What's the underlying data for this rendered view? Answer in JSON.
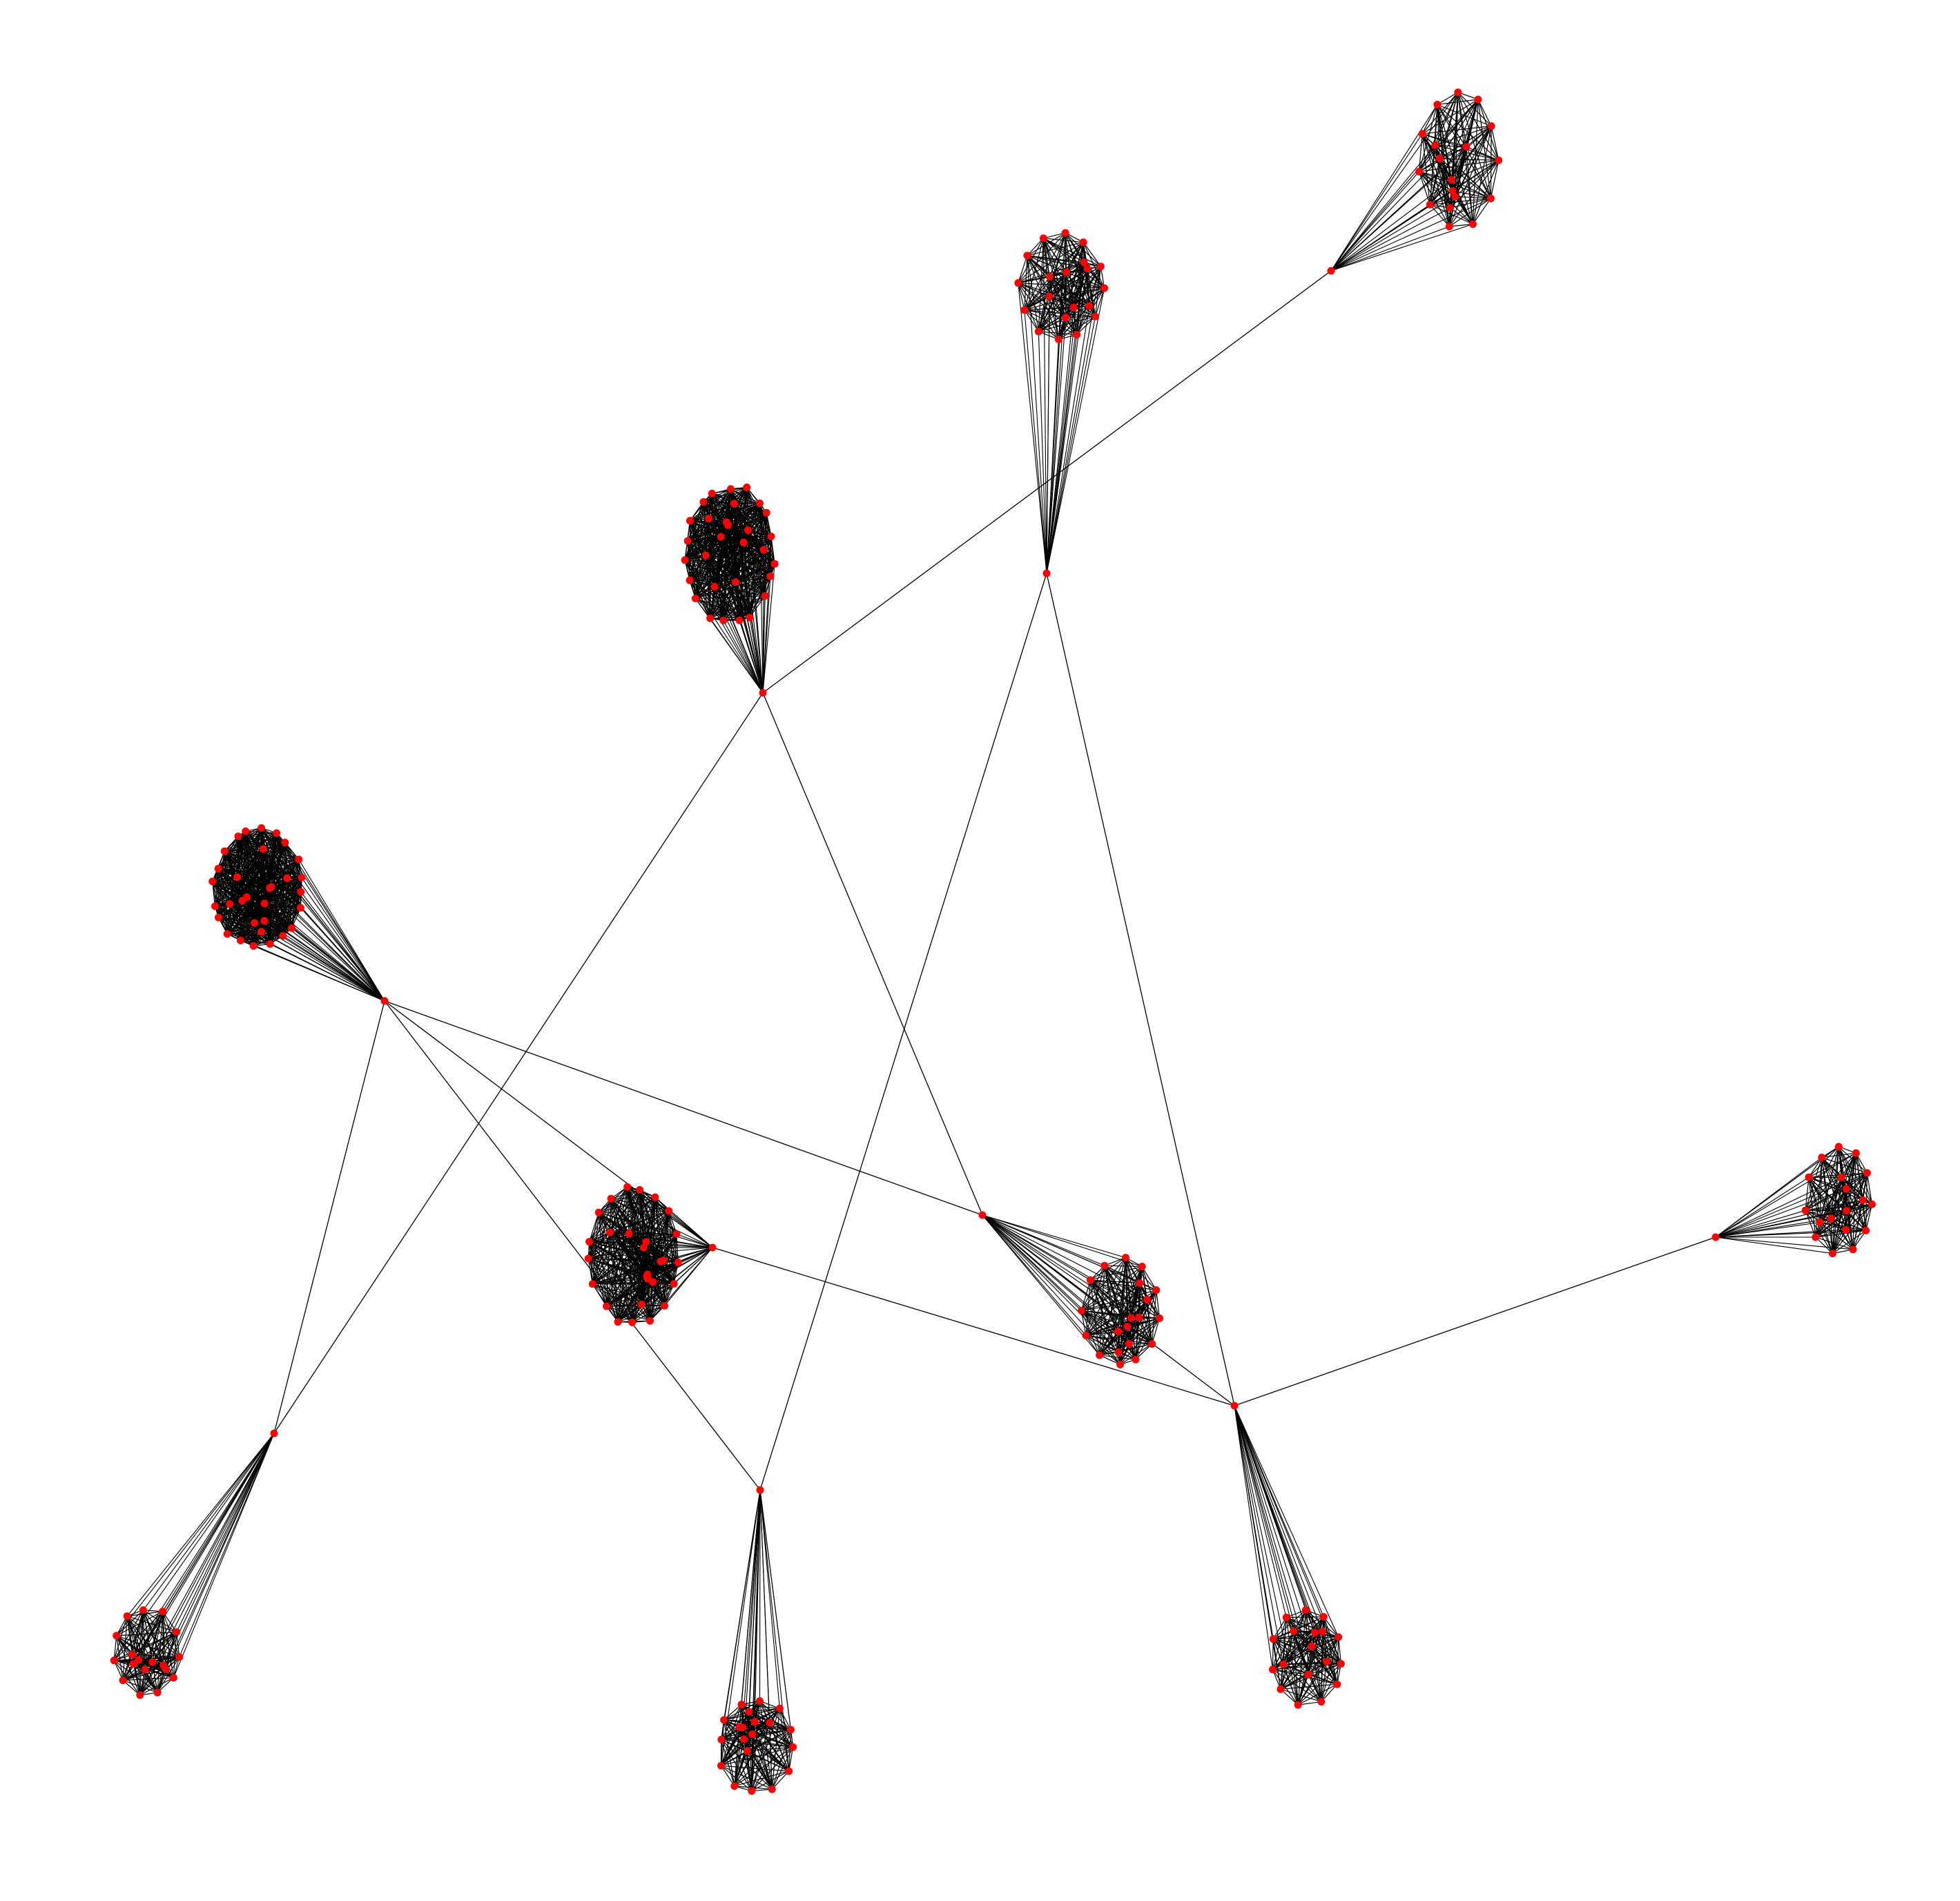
{
  "diagram": {
    "type": "network-graph",
    "node_color": "#ff0000",
    "edge_color": "#000000",
    "background": "#ffffff",
    "hubs": [
      {
        "id": "hub-top-right"
      },
      {
        "id": "hub-top-center"
      },
      {
        "id": "hub-upper-center"
      },
      {
        "id": "hub-left"
      },
      {
        "id": "hub-center-small"
      },
      {
        "id": "hub-center"
      },
      {
        "id": "hub-lower-right"
      },
      {
        "id": "hub-far-right"
      },
      {
        "id": "hub-bottom-left"
      },
      {
        "id": "hub-bottom-center"
      }
    ],
    "clusters": [
      {
        "id": "cluster-top-right",
        "hub": "hub-top-right",
        "node_count": 18
      },
      {
        "id": "cluster-top-center",
        "hub": "hub-top-center",
        "node_count": 20
      },
      {
        "id": "cluster-upper-center",
        "hub": "hub-upper-center",
        "node_count": 30
      },
      {
        "id": "cluster-left",
        "hub": "hub-left",
        "node_count": 32
      },
      {
        "id": "cluster-center-left",
        "hub": "hub-center-small",
        "node_count": 28
      },
      {
        "id": "cluster-center",
        "hub": "hub-center",
        "node_count": 20
      },
      {
        "id": "cluster-far-right",
        "hub": "hub-far-right",
        "node_count": 18
      },
      {
        "id": "cluster-lower-right",
        "hub": "hub-lower-right",
        "node_count": 18
      },
      {
        "id": "cluster-bottom-left",
        "hub": "hub-bottom-left",
        "node_count": 18
      },
      {
        "id": "cluster-bottom-center",
        "hub": "hub-bottom-center",
        "node_count": 20
      }
    ],
    "bridges": [
      [
        "hub-top-right",
        "hub-upper-center"
      ],
      [
        "hub-upper-center",
        "hub-bottom-left"
      ],
      [
        "hub-upper-center",
        "hub-center"
      ],
      [
        "hub-top-center",
        "hub-bottom-center"
      ],
      [
        "hub-top-center",
        "hub-lower-right"
      ],
      [
        "hub-left",
        "hub-bottom-left"
      ],
      [
        "hub-left",
        "hub-bottom-center"
      ],
      [
        "hub-left",
        "hub-center-small"
      ],
      [
        "hub-left",
        "hub-center"
      ],
      [
        "hub-center-small",
        "hub-lower-right"
      ],
      [
        "hub-center",
        "hub-lower-right"
      ],
      [
        "hub-lower-right",
        "hub-far-right"
      ]
    ]
  }
}
